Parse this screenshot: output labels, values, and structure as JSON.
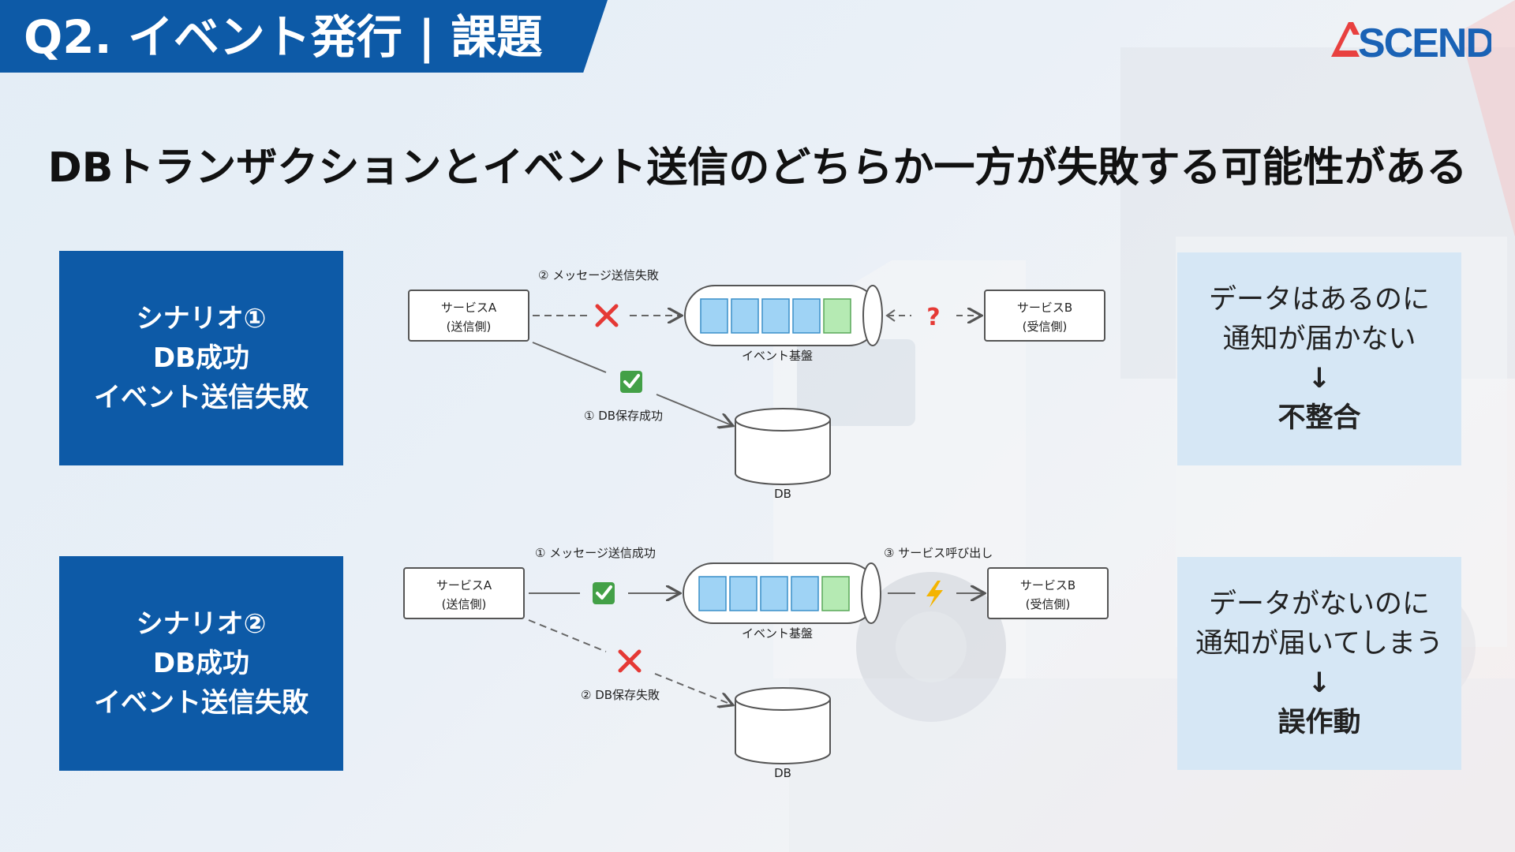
{
  "header": {
    "title": "Q2. イベント発行 | 課題",
    "logo_text": "ASCEND"
  },
  "headline": "DBトランザクションとイベント送信のどちらか一方が失敗する可能性がある",
  "scenario1": {
    "box": {
      "line1": "シナリオ①",
      "line2": "DB成功",
      "line3": "イベント送信失敗"
    },
    "diagram": {
      "service_a_line1": "サービスA",
      "service_a_line2": "(送信側)",
      "service_b_line1": "サービスB",
      "service_b_line2": "(受信側)",
      "queue_label": "イベント基盤",
      "db_label": "DB",
      "step_message": "② メッセージ送信失敗",
      "step_db": "① DB保存成功",
      "question_mark": "?"
    },
    "result": {
      "line1": "データはあるのに",
      "line2": "通知が届かない",
      "arrow": "↓",
      "conclusion": "不整合"
    }
  },
  "scenario2": {
    "box": {
      "line1": "シナリオ②",
      "line2": "DB成功",
      "line3": "イベント送信失敗"
    },
    "diagram": {
      "service_a_line1": "サービスA",
      "service_a_line2": "(送信側)",
      "service_b_line1": "サービスB",
      "service_b_line2": "(受信側)",
      "queue_label": "イベント基盤",
      "db_label": "DB",
      "step_message": "① メッセージ送信成功",
      "step_db": "② DB保存失敗",
      "step_call": "③ サービス呼び出し"
    },
    "result": {
      "line1": "データがないのに",
      "line2": "通知が届いてしまう",
      "arrow": "↓",
      "conclusion": "誤作動"
    }
  },
  "colors": {
    "brand_blue": "#0d5aa7",
    "light_blue_panel": "#d6e7f5",
    "logo_red": "#e8403f",
    "logo_blue": "#1a62b5",
    "queue_cell_blue": "#9fd3f5",
    "queue_cell_green": "#b5eab3",
    "error_red": "#e53935",
    "success_green": "#43a047"
  },
  "icons": {
    "cross": "cross-icon",
    "check": "check-icon",
    "lightning": "lightning-icon",
    "question": "question-icon"
  }
}
